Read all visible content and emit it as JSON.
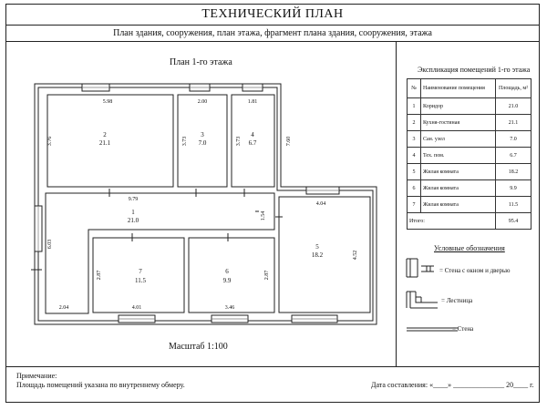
{
  "header": {
    "title": "ТЕХНИЧЕСКИЙ ПЛАН",
    "subtitle": "План здания, сооружения, план этажа, фрагмент плана здания, сооружения, этажа"
  },
  "plan": {
    "label": "План 1-го этажа",
    "scale": "Масштаб 1:100",
    "rooms": [
      {
        "number": "1",
        "area": "21.0"
      },
      {
        "number": "2",
        "area": "21.1"
      },
      {
        "number": "3",
        "area": "7.0"
      },
      {
        "number": "4",
        "area": "6.7"
      },
      {
        "number": "5",
        "area": "18.2"
      },
      {
        "number": "6",
        "area": "9.9"
      },
      {
        "number": "7",
        "area": "11.5"
      }
    ],
    "dimensions": {
      "r2_width": "5.98",
      "r2_height": "3.76",
      "r3_width": "2.00",
      "r3_height": "3.73",
      "r4_width": "1.81",
      "r4_height": "3.73",
      "corridor_length": "9.79",
      "right_wall": "7.60",
      "left_wall": "6.03",
      "door_gap": "1.54",
      "r5_width": "4.04",
      "r5_height": "4.52",
      "r7_left": "2.87",
      "r7_width": "4.01",
      "r6_width": "3.46",
      "r6_right": "2.87",
      "bottom_left": "2.04"
    }
  },
  "explication": {
    "title": "Экспликация помещений 1-го этажа",
    "headers": {
      "num": "№",
      "name": "Наименование помещения",
      "area": "Площадь, м²"
    },
    "rows": [
      {
        "num": "1",
        "name": "Коридор",
        "area": "21.0"
      },
      {
        "num": "2",
        "name": "Кухня-гостиная",
        "area": "21.1"
      },
      {
        "num": "3",
        "name": "Сан. узел",
        "area": "7.0"
      },
      {
        "num": "4",
        "name": "Тех. пом.",
        "area": "6.7"
      },
      {
        "num": "5",
        "name": "Жилая комната",
        "area": "18.2"
      },
      {
        "num": "6",
        "name": "Жилая комната",
        "area": "9.9"
      },
      {
        "num": "7",
        "name": "Жилая комната",
        "area": "11.5"
      }
    ],
    "total_label": "Итого:",
    "total_area": "95.4"
  },
  "legend": {
    "title": "Условные обозначения",
    "items": [
      {
        "label": "= Стена с окном и дверью"
      },
      {
        "label": "= Лестница"
      },
      {
        "label": "= Стена"
      }
    ]
  },
  "footer": {
    "note_title": "Примечание:",
    "note_text": "Площадь помещений указана по внутреннему обмеру.",
    "date_line": "Дата составления: «____» ______________ 20____ г."
  }
}
